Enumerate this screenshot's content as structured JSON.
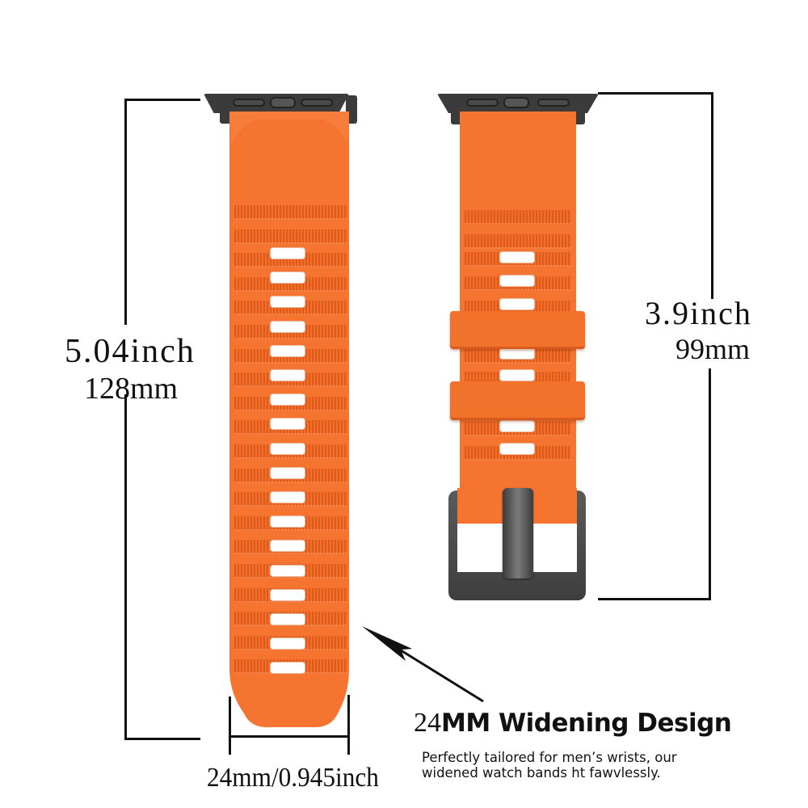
{
  "colors": {
    "band_orange": "#F47430",
    "lug_dark": "#3B3B3B",
    "buckle_gunmetal": "#4E4E4E",
    "text": "#111111"
  },
  "dimensions": {
    "total_length": {
      "inch": "5.04inch",
      "mm": "128mm"
    },
    "short_length": {
      "inch": "3.9inch",
      "mm": "99mm"
    },
    "width": {
      "label": "24mm/0.945inch"
    }
  },
  "promo": {
    "title_number": "24",
    "title_text": "MM Widening Design",
    "subtitle_line1": "Perfectly tailored for men’s wrists, our",
    "subtitle_line2": "widened watch bands ht fawvlessly."
  },
  "product": {
    "long_strap": {
      "hole_count": 18
    },
    "short_strap": {
      "hole_count": 7,
      "keeper_loops": 2,
      "buckle": "pin-buckle-icon"
    },
    "icons": [
      "watch-lug-connector-icon",
      "pin-buckle-icon",
      "arrow-pointer-icon"
    ]
  }
}
